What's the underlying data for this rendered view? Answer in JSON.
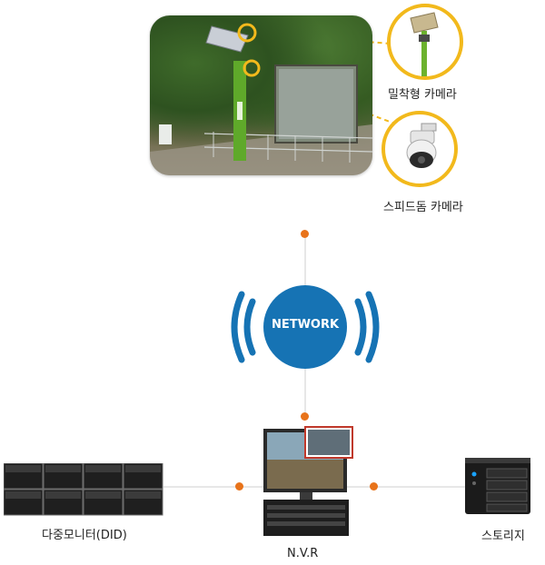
{
  "labels": {
    "fixed_camera": "밀착형 카메라",
    "speed_dome_camera": "스피드돔 카메라",
    "network": "NETWORK",
    "multi_monitor": "다중모니터(DID)",
    "nvr": "N.V.R",
    "storage": "스토리지"
  },
  "colors": {
    "accent_yellow": "#f2b91c",
    "connector_orange": "#e8731a",
    "network_blue": "#1673b4",
    "pole_green": "#5fa92a"
  }
}
